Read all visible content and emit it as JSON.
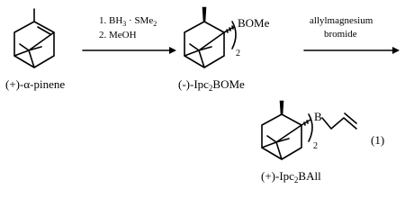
{
  "scheme": {
    "step1": {
      "reagent_line1": "1. BH",
      "reagent_line1_sub": "3",
      "reagent_line1_rest": " · SMe",
      "reagent_line1_sub2": "2",
      "reagent_line2": "2. MeOH"
    },
    "step2": {
      "reagent_line1": "allylmagnesium",
      "reagent_line2": "bromide"
    },
    "compounds": {
      "start": {
        "label": "(+)-α-pinene"
      },
      "intermediate": {
        "label_pre": "(-)-Ipc",
        "label_sub": "2",
        "label_post": "BOMe",
        "substituent": "BOMe",
        "multiplier": "2"
      },
      "product": {
        "label_pre": "(+)-Ipc",
        "label_sub": "2",
        "label_post": "BAll",
        "boron": "B",
        "multiplier": "2",
        "equation_number": "(1)"
      }
    }
  }
}
